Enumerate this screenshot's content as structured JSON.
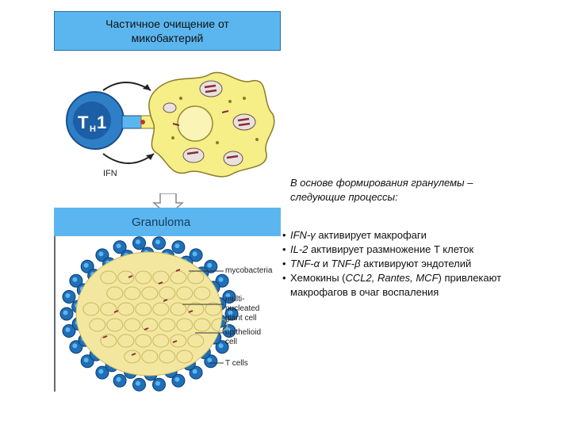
{
  "top_panel": {
    "title_line1": "Частичное очищение от",
    "title_line2": "микобактерий",
    "th_label_main": "T",
    "th_label_sub": "H",
    "th_label_num": "1",
    "ifn_label": "IFN"
  },
  "granuloma_panel": {
    "title": "Granuloma",
    "labels": {
      "mycobacteria": "mycobacteria",
      "giant_line1": "multi-",
      "giant_line2": "nucleated",
      "giant_line3": "giant cell",
      "epi_line1": "epithelioid",
      "epi_line2": "cell",
      "tcells": "T cells"
    }
  },
  "description": {
    "heading_line1": "В основе формирования гранулемы –",
    "heading_line2": "следующие процессы:",
    "bullet_char": "•",
    "b1_a": "IFN-γ",
    "b1_b": " активирует макрофаги",
    "b2_a": "IL-2",
    "b2_b": " активирует размножение T клеток",
    "b3_a": "TNF-α",
    "b3_b": " и ",
    "b3_c": "TNF-β",
    "b3_d": " активируют эндотелий",
    "b4_a": "Хемокины (",
    "b4_b": "CCL2, Rantes, MCF",
    "b4_c": ") привлекают",
    "b4_d": "макрофагов в очаг воспаления"
  },
  "colors": {
    "panel_blue": "#5bb6ef",
    "th_cell_blue": "#2f7fc8",
    "macrophage_yellow": "#f6ee86",
    "tcell_blue": "#1f6fb8",
    "granuloma_core": "#f3e7a0"
  }
}
